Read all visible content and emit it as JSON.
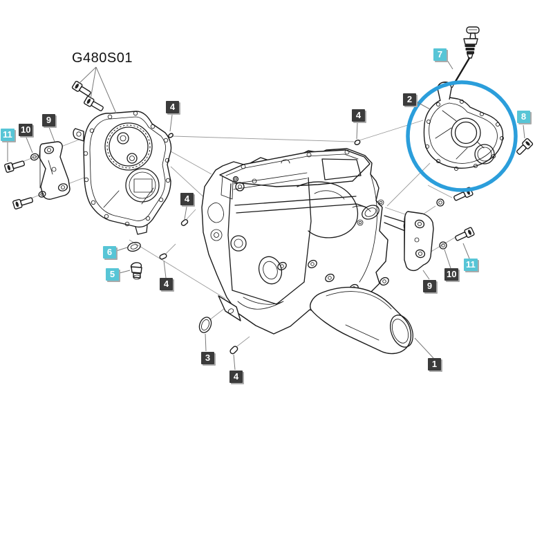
{
  "diagram": {
    "code": "G480S01",
    "kind": "exploded parts diagram"
  },
  "colors": {
    "background": "#ffffff",
    "line_art": "#1a1a1a",
    "label_dark": "#3b3b3b",
    "label_cyan": "#57c5d6",
    "label_text": "#ffffff",
    "highlight_circle": "#2b9edb"
  },
  "highlight": {
    "shape": "circle",
    "around_callout": "2"
  },
  "labels": [
    {
      "text": "4",
      "variant": "dark"
    },
    {
      "text": "4",
      "variant": "dark"
    },
    {
      "text": "2",
      "variant": "dark"
    },
    {
      "text": "7",
      "variant": "cyan"
    },
    {
      "text": "8",
      "variant": "cyan"
    },
    {
      "text": "9",
      "variant": "dark"
    },
    {
      "text": "10",
      "variant": "dark"
    },
    {
      "text": "11",
      "variant": "cyan"
    },
    {
      "text": "4",
      "variant": "dark"
    },
    {
      "text": "6",
      "variant": "cyan"
    },
    {
      "text": "5",
      "variant": "cyan"
    },
    {
      "text": "4",
      "variant": "dark"
    },
    {
      "text": "3",
      "variant": "dark"
    },
    {
      "text": "4",
      "variant": "dark"
    },
    {
      "text": "1",
      "variant": "dark"
    },
    {
      "text": "9",
      "variant": "dark"
    },
    {
      "text": "10",
      "variant": "dark"
    },
    {
      "text": "11",
      "variant": "cyan"
    }
  ]
}
